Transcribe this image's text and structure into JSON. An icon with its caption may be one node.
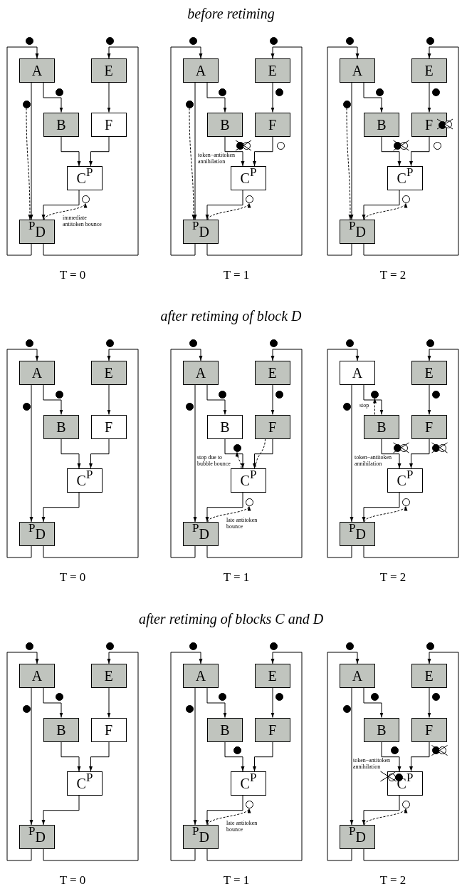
{
  "diagram": {
    "title": "before retiming",
    "nodes": [
      {
        "text": [
          "A"
        ]
      },
      {
        "text": [
          "E"
        ]
      },
      {
        "text": [
          "B"
        ]
      },
      {
        "text": [
          "F"
        ]
      },
      {
        "text": [
          "C$^{P}$"
        ]
      },
      {
        "text": [
          "$^{P}$D"
        ]
      },
      {
        "text": [],
        "shape": "dot"
      },
      {
        "text": [],
        "shape": "dot"
      },
      {
        "text": [],
        "shape": "dot"
      },
      {
        "text": [],
        "shape": "dot"
      },
      {
        "text": [],
        "shape": "circle"
      },
      {
        "text": [
          "A"
        ]
      },
      {
        "text": [
          "E"
        ]
      },
      {
        "text": [
          "B"
        ]
      },
      {
        "text": [
          "F"
        ]
      },
      {
        "text": [
          "C$^{P}$"
        ]
      },
      {
        "text": [
          "$^{P}$D"
        ]
      },
      {
        "text": [],
        "shape": "dot"
      },
      {
        "text": [],
        "shape": "dot"
      },
      {
        "text": [],
        "shape": "dot"
      },
      {
        "text": [],
        "shape": "dot"
      },
      {
        "text": [],
        "shape": "dot"
      },
      {
        "text": [],
        "shape": "dot"
      },
      {
        "text": [],
        "shape": "circle"
      },
      {
        "text": [],
        "shape": "circle"
      },
      {
        "text": [],
        "shape": "circle"
      },
      {
        "text": [
          "A"
        ]
      },
      {
        "text": [
          "E"
        ]
      },
      {
        "text": [
          "B"
        ]
      },
      {
        "text": [
          "F"
        ]
      },
      {
        "text": [
          "C$^{P}$"
        ]
      },
      {
        "text": [
          "$^{P}$D"
        ]
      },
      {
        "text": [],
        "shape": "dot"
      },
      {
        "text": [],
        "shape": "dot"
      },
      {
        "text": [],
        "shape": "dot"
      },
      {
        "text": [],
        "shape": "dot"
      },
      {
        "text": [],
        "shape": "dot"
      },
      {
        "text": [],
        "shape": "dot"
      },
      {
        "text": [],
        "shape": "circle"
      },
      {
        "text": [],
        "shape": "circle"
      },
      {
        "text": [],
        "shape": "dot",
        "in": 29
      },
      {
        "text": [],
        "shape": "circle"
      },
      {
        "text": [],
        "shape": "circle"
      },
      {
        "text": [
          "A"
        ]
      },
      {
        "text": [
          "E"
        ]
      },
      {
        "text": [
          "B"
        ]
      },
      {
        "text": [
          "F"
        ]
      },
      {
        "text": [
          "C$^{P}$"
        ]
      },
      {
        "text": [
          "$^{P}$D"
        ]
      },
      {
        "text": [],
        "shape": "dot"
      },
      {
        "text": [],
        "shape": "dot"
      },
      {
        "text": [],
        "shape": "dot"
      },
      {
        "text": [],
        "shape": "dot"
      },
      {
        "text": [
          "A"
        ]
      },
      {
        "text": [
          "E"
        ]
      },
      {
        "text": [
          "B"
        ]
      },
      {
        "text": [
          "F"
        ]
      },
      {
        "text": [
          "C$^{P}$"
        ]
      },
      {
        "text": [
          "$^{P}$D"
        ]
      },
      {
        "text": [],
        "shape": "dot"
      },
      {
        "text": [],
        "shape": "dot"
      },
      {
        "text": [],
        "shape": "dot"
      },
      {
        "text": [],
        "shape": "dot"
      },
      {
        "text": [],
        "shape": "dot"
      },
      {
        "text": [],
        "shape": "dot"
      },
      {
        "text": [],
        "shape": "circle"
      },
      {
        "text": [
          "A"
        ]
      },
      {
        "text": [
          "E"
        ]
      },
      {
        "text": [
          "B"
        ]
      },
      {
        "text": [
          "F"
        ]
      },
      {
        "text": [
          "C$^{P}$"
        ]
      },
      {
        "text": [
          "$^{P}$D"
        ]
      },
      {
        "text": [],
        "shape": "dot"
      },
      {
        "text": [],
        "shape": "dot"
      },
      {
        "text": [],
        "shape": "dot"
      },
      {
        "text": [],
        "shape": "dot"
      },
      {
        "text": [],
        "shape": "dot"
      },
      {
        "text": [],
        "shape": "dot"
      },
      {
        "text": [],
        "shape": "circle"
      },
      {
        "text": [],
        "shape": "dot"
      },
      {
        "text": [],
        "shape": "circle"
      },
      {
        "text": [],
        "shape": "circle"
      },
      {
        "text": [
          "A"
        ]
      },
      {
        "text": [
          "E"
        ]
      },
      {
        "text": [
          "B"
        ]
      },
      {
        "text": [
          "F"
        ]
      },
      {
        "text": [
          "C$^{P}$"
        ]
      },
      {
        "text": [
          "$^{P}$D"
        ]
      },
      {
        "text": [],
        "shape": "dot"
      },
      {
        "text": [],
        "shape": "dot"
      },
      {
        "text": [],
        "shape": "dot"
      },
      {
        "text": [],
        "shape": "dot"
      },
      {
        "text": [
          "A"
        ]
      },
      {
        "text": [
          "E"
        ]
      },
      {
        "text": [
          "B"
        ]
      },
      {
        "text": [
          "F"
        ]
      },
      {
        "text": [
          "C$^{P}$"
        ]
      },
      {
        "text": [
          "$^{P}$D"
        ]
      },
      {
        "text": [],
        "shape": "dot"
      },
      {
        "text": [],
        "shape": "dot"
      },
      {
        "text": [],
        "shape": "dot"
      },
      {
        "text": [],
        "shape": "dot"
      },
      {
        "text": [],
        "shape": "dot"
      },
      {
        "text": [],
        "shape": "dot"
      },
      {
        "text": [],
        "shape": "circle"
      },
      {
        "text": [
          "A"
        ]
      },
      {
        "text": [
          "E"
        ]
      },
      {
        "text": [
          "B"
        ]
      },
      {
        "text": [
          "F"
        ]
      },
      {
        "text": [
          "C$^{P}$"
        ]
      },
      {
        "text": [
          "$^{P}$D"
        ]
      },
      {
        "text": [],
        "shape": "dot"
      },
      {
        "text": [],
        "shape": "dot"
      },
      {
        "text": [],
        "shape": "dot"
      },
      {
        "text": [],
        "shape": "dot"
      },
      {
        "text": [],
        "shape": "dot"
      },
      {
        "text": [],
        "shape": "dot"
      },
      {
        "text": [],
        "shape": "dot"
      },
      {
        "text": [],
        "shape": "circle"
      },
      {
        "text": [],
        "shape": "circle",
        "in": 109
      },
      {
        "text": [],
        "shape": "dot",
        "in": 109
      },
      {
        "text": [],
        "shape": "circle"
      }
    ],
    "edges": [
      {
        "from": 5,
        "to": 0,
        "arrow": "to"
      },
      {
        "from": 5,
        "to": 1,
        "arrow": "to"
      },
      {
        "from": 0,
        "to": 2,
        "arrow": "to"
      },
      {
        "from": 0,
        "to": 5,
        "arrow": "to"
      },
      {
        "from": 1,
        "to": 3,
        "arrow": "to"
      },
      {
        "from": 2,
        "to": 4,
        "arrow": "to"
      },
      {
        "from": 3,
        "to": 4,
        "arrow": "to"
      },
      {
        "from": 4,
        "to": 5,
        "arrow": "to"
      },
      {
        "from": 9,
        "to": 5,
        "arrow": "to",
        "style": "dashed"
      },
      {
        "from": 5,
        "to": 10,
        "arrow": "to",
        "style": "dashed"
      },
      {
        "from": 16,
        "to": 11,
        "arrow": "to"
      },
      {
        "from": 16,
        "to": 12,
        "arrow": "to"
      },
      {
        "from": 11,
        "to": 13,
        "arrow": "to"
      },
      {
        "from": 11,
        "to": 16,
        "arrow": "to"
      },
      {
        "from": 12,
        "to": 14,
        "arrow": "to"
      },
      {
        "from": 13,
        "to": 15,
        "arrow": "to"
      },
      {
        "from": 14,
        "to": 15,
        "arrow": "to"
      },
      {
        "from": 15,
        "to": 16,
        "arrow": "to"
      },
      {
        "from": 21,
        "to": 16,
        "arrow": "to",
        "style": "dashed"
      },
      {
        "from": 16,
        "to": 25,
        "arrow": "to",
        "style": "dashed"
      },
      {
        "from": 31,
        "to": 26,
        "arrow": "to"
      },
      {
        "from": 31,
        "to": 27,
        "arrow": "to"
      },
      {
        "from": 26,
        "to": 28,
        "arrow": "to"
      },
      {
        "from": 26,
        "to": 31,
        "arrow": "to"
      },
      {
        "from": 27,
        "to": 29,
        "arrow": "to"
      },
      {
        "from": 28,
        "to": 30,
        "arrow": "to"
      },
      {
        "from": 29,
        "to": 30,
        "arrow": "to"
      },
      {
        "from": 30,
        "to": 31,
        "arrow": "to"
      },
      {
        "from": 36,
        "to": 31,
        "arrow": "to",
        "style": "dashed"
      },
      {
        "from": 31,
        "to": 42,
        "arrow": "to",
        "style": "dashed"
      },
      {
        "from": 48,
        "to": 43,
        "arrow": "to"
      },
      {
        "from": 48,
        "to": 44,
        "arrow": "to"
      },
      {
        "from": 43,
        "to": 45,
        "arrow": "to"
      },
      {
        "from": 43,
        "to": 48,
        "arrow": "to"
      },
      {
        "from": 44,
        "to": 46,
        "arrow": "to"
      },
      {
        "from": 45,
        "to": 47,
        "arrow": "to"
      },
      {
        "from": 46,
        "to": 47,
        "arrow": "to"
      },
      {
        "from": 47,
        "to": 48,
        "arrow": "to"
      },
      {
        "from": 58,
        "to": 53,
        "arrow": "to"
      },
      {
        "from": 58,
        "to": 54,
        "arrow": "to"
      },
      {
        "from": 53,
        "to": 55,
        "arrow": "to"
      },
      {
        "from": 53,
        "to": 58,
        "arrow": "to"
      },
      {
        "from": 54,
        "to": 56,
        "arrow": "to"
      },
      {
        "from": 55,
        "to": 57,
        "arrow": "to"
      },
      {
        "from": 56,
        "to": 57,
        "arrow": "to"
      },
      {
        "from": 57,
        "to": 58,
        "arrow": "to"
      },
      {
        "from": 57,
        "to": 64,
        "arrow": "to",
        "style": "dashed"
      },
      {
        "from": 56,
        "to": 57,
        "arrow": "none",
        "style": "dashed"
      },
      {
        "from": 58,
        "to": 65,
        "arrow": "to",
        "style": "dashed"
      },
      {
        "from": 71,
        "to": 66,
        "arrow": "to"
      },
      {
        "from": 71,
        "to": 67,
        "arrow": "to"
      },
      {
        "from": 66,
        "to": 68,
        "arrow": "to"
      },
      {
        "from": 66,
        "to": 71,
        "arrow": "to"
      },
      {
        "from": 67,
        "to": 69,
        "arrow": "to"
      },
      {
        "from": 68,
        "to": 70,
        "arrow": "to"
      },
      {
        "from": 69,
        "to": 70,
        "arrow": "to"
      },
      {
        "from": 70,
        "to": 71,
        "arrow": "to"
      },
      {
        "from": 68,
        "to": 74,
        "arrow": "to",
        "style": "dashed"
      },
      {
        "from": 71,
        "to": 81,
        "arrow": "to",
        "style": "dashed"
      },
      {
        "from": 87,
        "to": 82,
        "arrow": "to"
      },
      {
        "from": 87,
        "to": 83,
        "arrow": "to"
      },
      {
        "from": 82,
        "to": 84,
        "arrow": "to"
      },
      {
        "from": 82,
        "to": 87,
        "arrow": "to"
      },
      {
        "from": 83,
        "to": 85,
        "arrow": "to"
      },
      {
        "from": 84,
        "to": 86,
        "arrow": "to"
      },
      {
        "from": 85,
        "to": 86,
        "arrow": "to"
      },
      {
        "from": 86,
        "to": 87,
        "arrow": "to"
      },
      {
        "from": 97,
        "to": 92,
        "arrow": "to"
      },
      {
        "from": 97,
        "to": 93,
        "arrow": "to"
      },
      {
        "from": 92,
        "to": 94,
        "arrow": "to"
      },
      {
        "from": 92,
        "to": 97,
        "arrow": "to"
      },
      {
        "from": 93,
        "to": 95,
        "arrow": "to"
      },
      {
        "from": 94,
        "to": 96,
        "arrow": "to"
      },
      {
        "from": 95,
        "to": 96,
        "arrow": "to"
      },
      {
        "from": 96,
        "to": 97,
        "arrow": "to"
      },
      {
        "from": 97,
        "to": 104,
        "arrow": "to",
        "style": "dashed"
      },
      {
        "from": 110,
        "to": 105,
        "arrow": "to"
      },
      {
        "from": 110,
        "to": 106,
        "arrow": "to"
      },
      {
        "from": 105,
        "to": 107,
        "arrow": "to"
      },
      {
        "from": 105,
        "to": 110,
        "arrow": "to"
      },
      {
        "from": 106,
        "to": 108,
        "arrow": "to"
      },
      {
        "from": 107,
        "to": 109,
        "arrow": "to"
      },
      {
        "from": 108,
        "to": 109,
        "arrow": "to"
      },
      {
        "from": 109,
        "to": 110,
        "arrow": "to"
      },
      {
        "from": 110,
        "to": 121,
        "arrow": "to",
        "style": "dashed"
      }
    ],
    "labels": [
      "immediate antitoken bounce",
      "token−antitoken annihilation",
      "T = 0",
      "T = 1",
      "T = 2",
      "after retiming of block D",
      "stop",
      "stop due to bubble bounce",
      "token−antitoken annihilation",
      "late antitoken bounce",
      "T = 0",
      "T = 1",
      "T = 2",
      "after retiming of blocks C and D",
      "token−antitoken annihilation",
      "late antitoken bounce",
      "T = 0",
      "T = 1",
      "T = 2"
    ]
  }
}
